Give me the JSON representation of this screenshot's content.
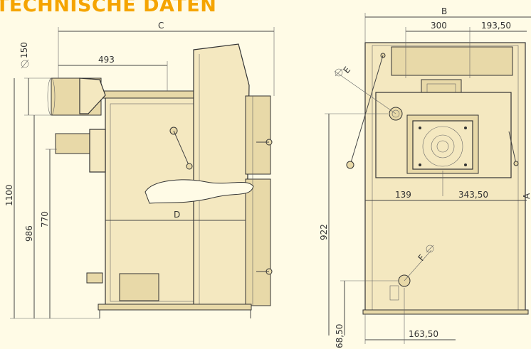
{
  "title": "TECHNISCHE DATEN",
  "colors": {
    "title": "#f5a400",
    "background": "#fffbe6",
    "body": "#f4e8c0"
  },
  "side_view": {
    "labels": {
      "c": "C",
      "d150": "150",
      "d493": "493",
      "d1100": "1100",
      "d986": "986",
      "d770": "770",
      "d": "D"
    }
  },
  "front_view": {
    "labels": {
      "b": "B",
      "d300": "300",
      "d19350": "193,50",
      "e": "E",
      "d139": "139",
      "d34350": "343,50",
      "a": "A",
      "d922": "922",
      "f": "F",
      "d6850": "68,50",
      "d16350": "163,50"
    }
  }
}
